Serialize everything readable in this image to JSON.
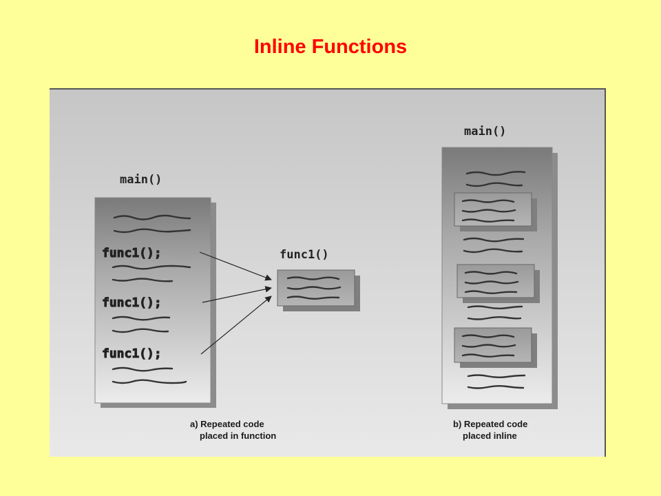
{
  "title": "Inline Functions",
  "left_panel": {
    "main_label": "main()",
    "calls": [
      "func1();",
      "func1();",
      "func1();"
    ],
    "caption_line1": "a) Repeated code",
    "caption_line2": "placed in function"
  },
  "function_box": {
    "label": "func1()"
  },
  "right_panel": {
    "main_label": "main()",
    "caption_line1": "b) Repeated code",
    "caption_line2": "placed inline"
  },
  "colors": {
    "background": "#ffff99",
    "title": "#ff0000"
  }
}
